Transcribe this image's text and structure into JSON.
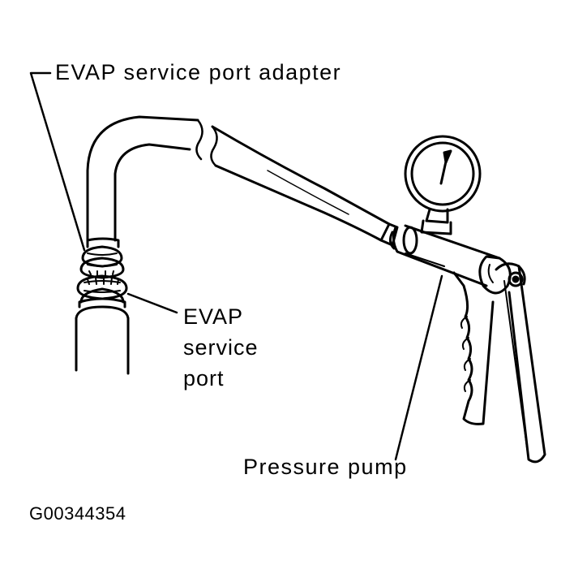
{
  "labels": {
    "adapter": "EVAP service port adapter",
    "port_line1": "EVAP",
    "port_line2": "service",
    "port_line3": "port",
    "pump": "Pressure pump"
  },
  "figure_code": "G00344354",
  "colors": {
    "ink": "#000000",
    "paper": "#ffffff"
  }
}
